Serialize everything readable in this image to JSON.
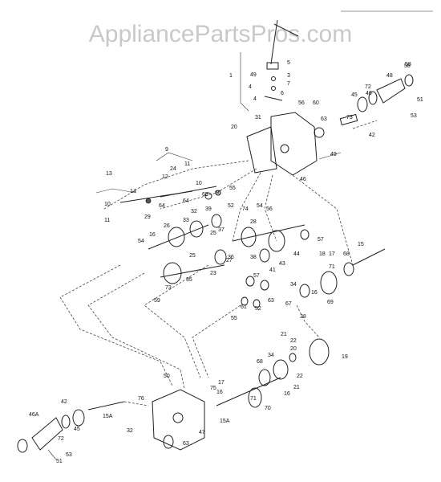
{
  "watermark": "AppliancePartsPros.com",
  "labels": [
    "5",
    "49",
    "4",
    "3",
    "7",
    "4",
    "6",
    "1",
    "56",
    "58",
    "72",
    "48",
    "51",
    "46",
    "53",
    "45",
    "42",
    "73",
    "60",
    "63",
    "31",
    "20",
    "49",
    "46",
    "9",
    "13",
    "24",
    "11",
    "12",
    "10",
    "66",
    "65",
    "64",
    "14",
    "55",
    "10",
    "11",
    "29",
    "64",
    "39",
    "52",
    "74",
    "32",
    "33",
    "26",
    "54",
    "16",
    "25",
    "37",
    "28",
    "36",
    "38",
    "44",
    "43",
    "57",
    "54",
    "56",
    "25",
    "27",
    "41",
    "23",
    "15",
    "17",
    "18",
    "71",
    "68",
    "35",
    "73",
    "59",
    "57",
    "34",
    "61",
    "63",
    "67",
    "69",
    "55",
    "52",
    "16",
    "38",
    "21",
    "22",
    "20",
    "19",
    "21",
    "34",
    "68",
    "16",
    "22",
    "76",
    "17",
    "50",
    "71",
    "70",
    "42",
    "75",
    "58",
    "46A",
    "45",
    "15A",
    "16",
    "15A",
    "72",
    "32",
    "47",
    "63",
    "51",
    "53"
  ]
}
